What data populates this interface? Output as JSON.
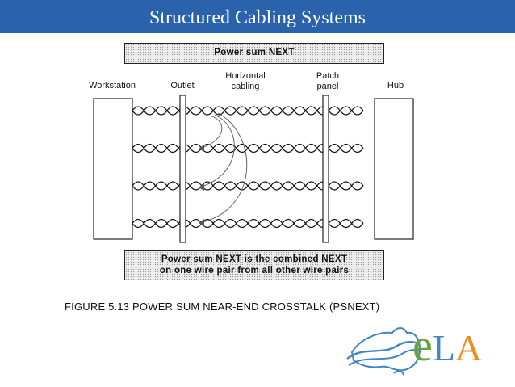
{
  "header": {
    "title": "Structured Cabling Systems",
    "bar_color": "#2a63ac"
  },
  "diagram": {
    "top_box": "Power sum NEXT",
    "bottom_box": {
      "line1": "Power sum NEXT is the combined NEXT",
      "line2": "on one wire pair from all other wire pairs"
    },
    "labels": {
      "workstation": "Workstation",
      "outlet": "Outlet",
      "horizontal_line1": "Horizontal",
      "horizontal_line2": "cabling",
      "patch_line1": "Patch",
      "patch_line2": "panel",
      "hub": "Hub"
    },
    "pair_count": 4,
    "caption": "FIGURE  5.13   POWER SUM NEAR-END CROSSTALK (PSNEXT)"
  },
  "logo": {
    "letter_e": "e",
    "letter_l": "L",
    "letter_a": "A",
    "colors": {
      "e": "#6aa33d",
      "l": "#3e86c7",
      "a": "#f08a1e"
    }
  }
}
